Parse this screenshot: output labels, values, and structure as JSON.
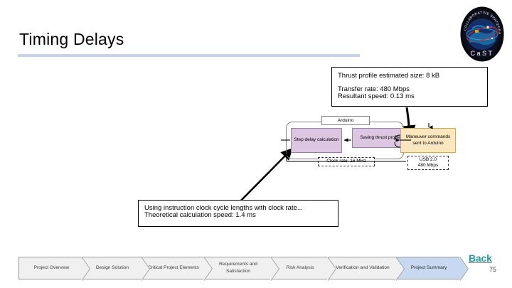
{
  "slide": {
    "title": "Timing Delays",
    "page_number": "75",
    "back_label": "Back",
    "accent_rule_color": "#c5d2ea"
  },
  "logo": {
    "name": "cast-logo",
    "wordmark": "CaST",
    "arc_text": "COLLABORATIVE SPACECRAFT TEAM"
  },
  "callouts": {
    "top": {
      "lines": [
        "Thrust profile estimated size: 8 kB",
        "Transfer rate: 480 Mbps",
        "Resultant speed: 0.13 ms"
      ]
    },
    "bottom": {
      "lines": [
        "Using instruction clock cycle lengths with clock rate...",
        "Theoretical calculation speed: 1.4 ms"
      ]
    }
  },
  "diagram": {
    "group_label": "Arduino",
    "boxes": [
      {
        "id": "step-delay",
        "label": "Step delay calculation",
        "color": "#ddc6e2"
      },
      {
        "id": "saving-thrust",
        "label": "Saving thrust profile",
        "color": "#ddc6e2"
      },
      {
        "id": "maneuver-commands",
        "label": "Maneuver commands sent to Arduino",
        "color": "#fae7c0"
      }
    ],
    "notes": [
      {
        "id": "clock-rate",
        "lines": [
          "Clock rate: 16 MHz"
        ]
      },
      {
        "id": "usb",
        "lines": [
          "USB 2.0",
          "480 Mbps"
        ]
      }
    ]
  },
  "nav": {
    "items": [
      {
        "label": "Project Overview",
        "active": false
      },
      {
        "label": "Design Solution",
        "active": false
      },
      {
        "label": "Critical Project Elements",
        "active": false
      },
      {
        "label": "Requirements and Satisfaction",
        "active": false
      },
      {
        "label": "Risk Analysis",
        "active": false
      },
      {
        "label": "Verification and Validation",
        "active": false
      },
      {
        "label": "Project Summary",
        "active": true
      }
    ]
  }
}
